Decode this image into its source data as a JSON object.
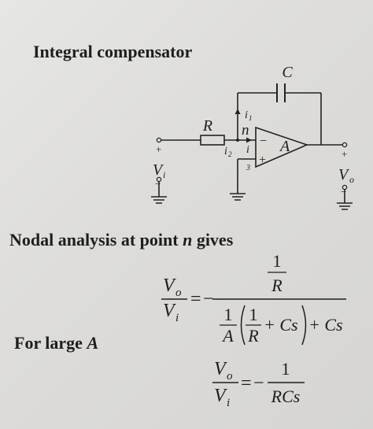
{
  "titles": {
    "integral": "Integral compensator",
    "nodal_prefix": "Nodal analysis at point ",
    "nodal_n": "n",
    "nodal_suffix": " gives",
    "large_prefix": "For large ",
    "large_A": "A"
  },
  "circuit": {
    "capacitor": "C",
    "resistor": "R",
    "node": "n",
    "current_1": "i",
    "current_1_sub": "1",
    "current_2": "i",
    "current_2_sub": "2",
    "current_in": "i",
    "pin_3": "3",
    "amp": "A",
    "minus": "−",
    "plus": "+",
    "input_plus": "+",
    "input_minus": "−",
    "input_V": "V",
    "input_sub": "i",
    "output_plus": "+",
    "output_minus": "−",
    "output_V": "V",
    "output_sub": "o"
  },
  "equation1": {
    "lhs_num_V": "V",
    "lhs_num_sub": "o",
    "lhs_den_V": "V",
    "lhs_den_sub": "i",
    "equals": "=",
    "minus": "−",
    "top_1": "1",
    "top_R": "R",
    "d_1": "1",
    "d_A": "A",
    "d_in_1": "1",
    "d_in_R": "R",
    "d_plus_Cs": "+ Cs",
    "d_plus_Cs2": "+ Cs"
  },
  "equation2": {
    "lhs_num_V": "V",
    "lhs_num_sub": "o",
    "lhs_den_V": "V",
    "lhs_den_sub": "i",
    "equals": "=",
    "minus": "−",
    "num": "1",
    "den": "RCs"
  }
}
